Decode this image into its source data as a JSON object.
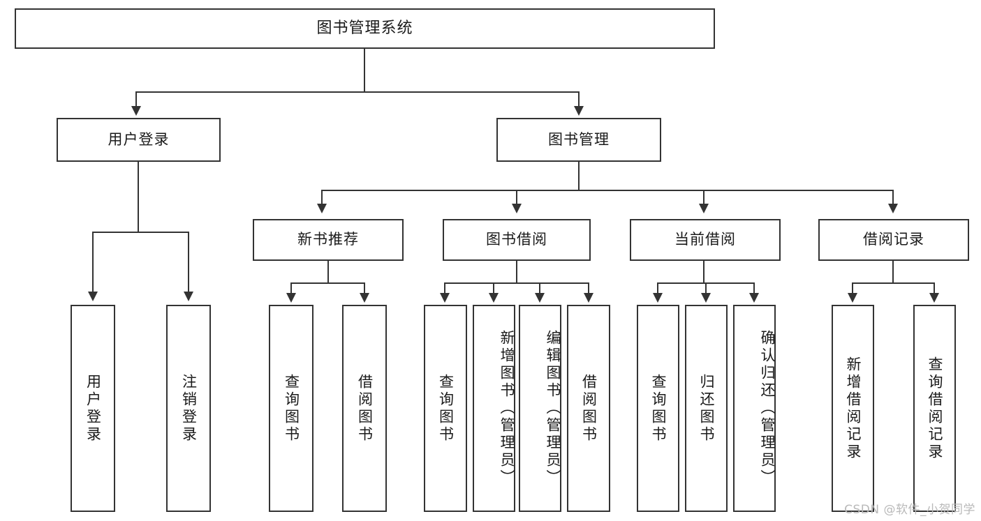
{
  "diagram": {
    "title": "图书管理系统",
    "type": "tree",
    "root": {
      "label": "图书管理系统"
    },
    "level2": [
      {
        "id": "user-login",
        "label": "用户登录"
      },
      {
        "id": "book-manage",
        "label": "图书管理"
      }
    ],
    "level3": [
      {
        "id": "new-book-recommend",
        "label": "新书推荐",
        "parent": "book-manage"
      },
      {
        "id": "book-borrow",
        "label": "图书借阅",
        "parent": "book-manage"
      },
      {
        "id": "current-borrow",
        "label": "当前借阅",
        "parent": "book-manage"
      },
      {
        "id": "borrow-record",
        "label": "借阅记录",
        "parent": "book-manage"
      }
    ],
    "leaves": {
      "user_login": [
        {
          "id": "leaf-user-login",
          "label": "用户登录"
        },
        {
          "id": "leaf-user-logout",
          "label": "注销登录"
        }
      ],
      "new_book_recommend": [
        {
          "id": "leaf-query-book-1",
          "label": "查询图书"
        },
        {
          "id": "leaf-borrow-book-1",
          "label": "借阅图书"
        }
      ],
      "book_borrow": [
        {
          "id": "leaf-query-book-2",
          "label": "查询图书"
        },
        {
          "id": "leaf-add-book",
          "label": "新增图书（管理员）"
        },
        {
          "id": "leaf-edit-book",
          "label": "编辑图书（管理员）"
        },
        {
          "id": "leaf-borrow-book-2",
          "label": "借阅图书"
        }
      ],
      "current_borrow": [
        {
          "id": "leaf-query-book-3",
          "label": "查询图书"
        },
        {
          "id": "leaf-return-book",
          "label": "归还图书"
        },
        {
          "id": "leaf-confirm-return",
          "label": "确认归还（管理员）"
        }
      ],
      "borrow_record": [
        {
          "id": "leaf-add-record",
          "label": "新增借阅记录"
        },
        {
          "id": "leaf-query-record",
          "label": "查询借阅记录"
        }
      ]
    }
  },
  "watermark": {
    "text": "CSDN @软件_小贺同学"
  },
  "colors": {
    "stroke": "#333333",
    "text": "#1a1a1a",
    "background": "#ffffff",
    "watermark": "#b9b9b9"
  }
}
